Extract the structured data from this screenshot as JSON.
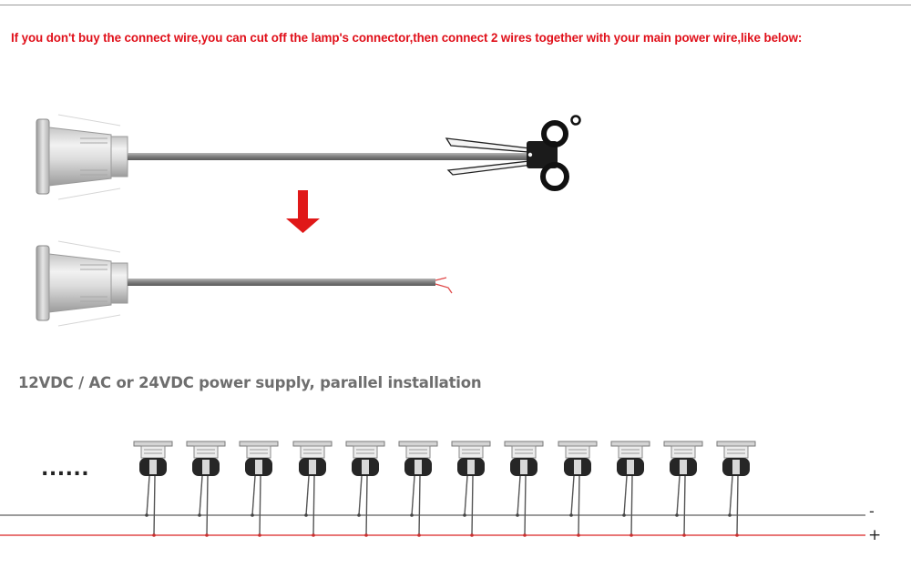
{
  "instruction_text": "If you don't buy the connect wire,you can cut off the lamp's connector,then connect 2 wires together with your main power wire,like below:",
  "supply_title": "12VDC / AC or 24VDC power supply, parallel installation",
  "continuation_marker": "......",
  "rail_negative_symbol": "-",
  "rail_positive_symbol": "+",
  "lamp_count": 12,
  "colors": {
    "instruction_text": "#e0101a",
    "arrow": "#e01818",
    "positive_rail": "#e04848",
    "negative_rail": "#7a7a7a",
    "cable": "#8a8a8a",
    "title_text": "#6e6e6e"
  },
  "icons": [
    "scissors-icon",
    "down-arrow-icon",
    "lamp-icon"
  ]
}
